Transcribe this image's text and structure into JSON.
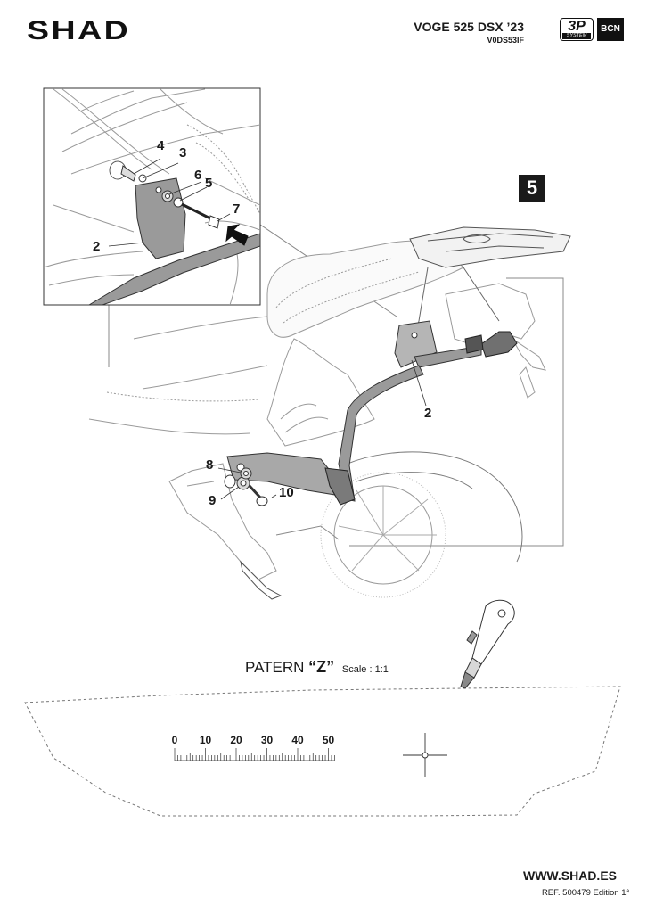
{
  "header": {
    "brand": "SHAD",
    "model": "VOGE 525 DSX ’23",
    "code": "V0DS53IF",
    "badge_system_big": "3P",
    "badge_system_small": "SYSTEM",
    "badge_bcn": "BCN"
  },
  "step": "5",
  "callouts": {
    "c2_detail": "2",
    "c3": "3",
    "c4": "4",
    "c5": "5",
    "c6": "6",
    "c7": "7",
    "c2_main": "2",
    "c8": "8",
    "c9": "9",
    "c10": "10"
  },
  "pattern": {
    "label": "PATERN",
    "letter": "“Z”",
    "scale": "Scale : 1:1",
    "ruler_ticks": [
      "0",
      "10",
      "20",
      "30",
      "40",
      "50"
    ]
  },
  "footer": {
    "website": "WWW.SHAD.ES",
    "reference": "REF. 500479 Edition 1ª"
  },
  "colors": {
    "ink": "#1a1a1a",
    "bracket_fill": "#9a9a9a",
    "line_gray": "#888888"
  }
}
